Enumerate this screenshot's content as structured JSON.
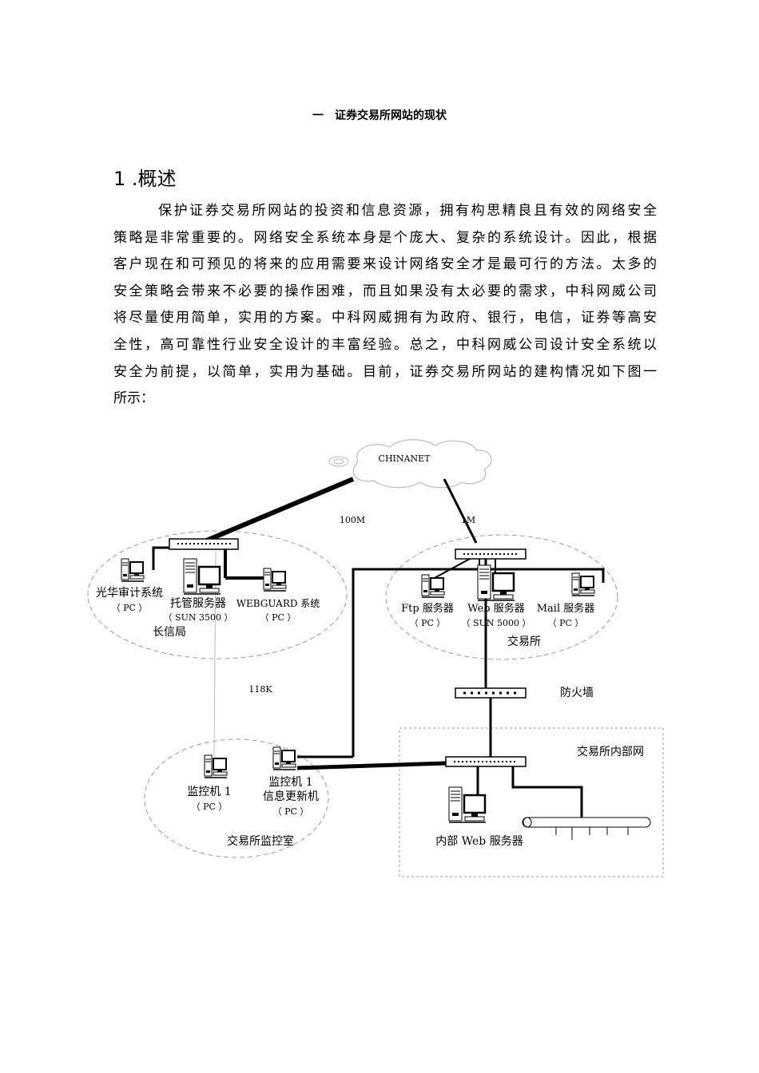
{
  "heading": {
    "number": "一",
    "text": "证券交易所网站的现状"
  },
  "subheading": "1 .概述",
  "paragraph_lines": [
    "保护证券交易所网站的投资和信息资源，拥有构思精良且有效的网络安全",
    "策略是非常重要的。网络安全系统本身是个庞大、复杂的系统设计。因此，根据",
    "客户现在和可预见的将来的应用需要来设计网络安全才是最可行的方法。太多的",
    "安全策略会带来不必要的操作困难，而且如果没有太必要的需求，中科网威公司",
    "将尽量使用简单，实用的方案。中科网威拥有为政府、银行，电信，证券等高安",
    "全性，高可靠性行业安全设计的丰富经验。总之，中科网威公司设计安全系统以",
    "安全为前提，以简单，实用为基础。目前，证券交易所网站的建构情况如下图一",
    "所示："
  ],
  "diagram": {
    "cloud": "CHINANET",
    "link_100m": "100M",
    "link_1m": "1M",
    "link_118k": "118K",
    "left": {
      "pc1_name": "光华审计系统",
      "pc1_type": "（ PC ）",
      "server_name": "托管服务器",
      "server_type": "（ SUN 3500 ）",
      "pc2_name": "WEBGUARD 系统",
      "pc2_type": "（ PC ）",
      "group": "长信局"
    },
    "right": {
      "ftp_name": "Ftp 服务器",
      "ftp_type": "（ PC ）",
      "web_name": "Web 服务器",
      "web_type": "（ SUN 5000 ）",
      "mail_name": "Mail 服务器",
      "mail_type": "（ PC ）",
      "group": "交易所"
    },
    "firewall": "防火墙",
    "internal_group": "交易所内部网",
    "internal_server": "内部 Web 服务器",
    "monitor": {
      "m1_name": "监控机 1",
      "m1_type": "（ PC ）",
      "m2_name": "监控机 1",
      "m2_role": "信息更新机",
      "m2_type": "（ PC ）",
      "group": "交易所监控室"
    }
  }
}
